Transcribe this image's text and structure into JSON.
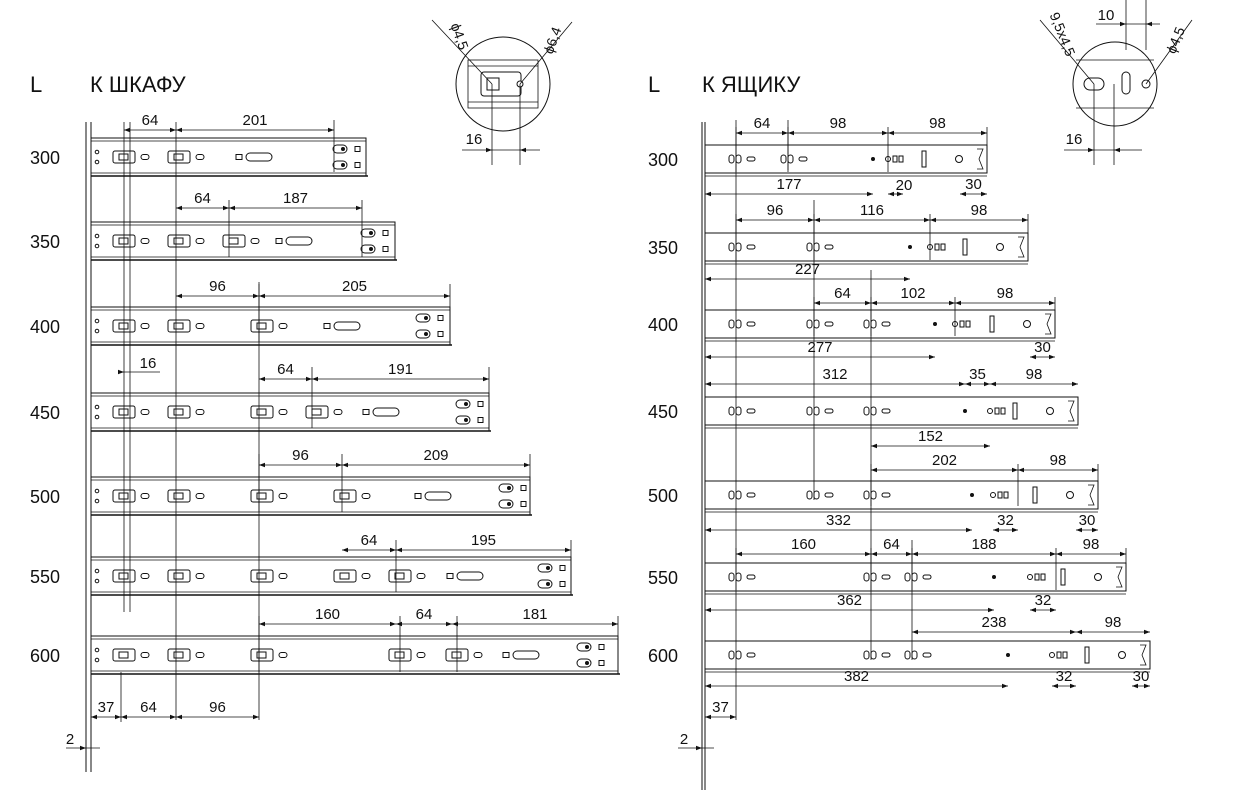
{
  "left": {
    "length_heading": "L",
    "title": "К ШКАФУ",
    "rows": [
      {
        "length": "300"
      },
      {
        "length": "350"
      },
      {
        "length": "400"
      },
      {
        "length": "450"
      },
      {
        "length": "500"
      },
      {
        "length": "550"
      },
      {
        "length": "600"
      }
    ],
    "dims": {
      "d300": [
        "64",
        "201"
      ],
      "d350": [
        "64",
        "187"
      ],
      "d400": [
        "96",
        "205"
      ],
      "d16": "16",
      "d450": [
        "64",
        "191"
      ],
      "d500": [
        "96",
        "209"
      ],
      "d550": [
        "64",
        "195"
      ],
      "d600": [
        "160",
        "64",
        "181"
      ],
      "bottom": [
        "37",
        "64",
        "96"
      ],
      "gap": "2"
    },
    "detail": {
      "hole_a": "ϕ4,5",
      "hole_b": "ϕ6,4",
      "offset": "16"
    }
  },
  "right": {
    "length_heading": "L",
    "title": "К ЯЩИКУ",
    "rows": [
      {
        "length": "300"
      },
      {
        "length": "350"
      },
      {
        "length": "400"
      },
      {
        "length": "450"
      },
      {
        "length": "500"
      },
      {
        "length": "550"
      },
      {
        "length": "600"
      }
    ],
    "dims": {
      "t300": [
        "64",
        "98",
        "98"
      ],
      "b300": [
        "177",
        "20",
        "30"
      ],
      "t350": [
        "96",
        "116",
        "98"
      ],
      "b350": [
        "227"
      ],
      "t400": [
        "64",
        "102",
        "98"
      ],
      "b400": [
        "277",
        "30"
      ],
      "t450": [
        "312",
        "35",
        "98"
      ],
      "b450": [
        "152"
      ],
      "t500": [
        "202",
        "98"
      ],
      "b500": [
        "332",
        "32",
        "30"
      ],
      "t550": [
        "160",
        "64",
        "188",
        "98"
      ],
      "b550": [
        "362",
        "32"
      ],
      "t600": [
        "238",
        "98"
      ],
      "b600": [
        "382",
        "32",
        "30"
      ],
      "bottom": [
        "37"
      ],
      "gap": "2"
    },
    "detail": {
      "slot": "9,5x4,5",
      "spacing": "10",
      "hole": "ϕ4,5",
      "offset": "16"
    }
  }
}
